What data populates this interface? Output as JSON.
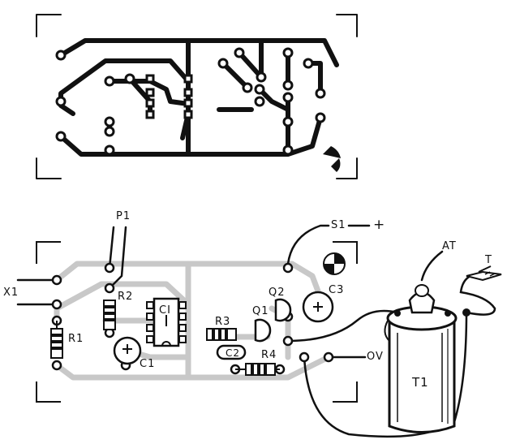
{
  "labels": {
    "p1": "P1",
    "s1": "S1",
    "plus": "+",
    "at": "AT",
    "t": "T",
    "x1": "X1",
    "r2": "R2",
    "ci": "CI",
    "q2": "Q2",
    "c3": "C3",
    "q1": "Q1",
    "r1": "R1",
    "r3": "R3",
    "c1": "C1",
    "c2": "C2",
    "r4": "R4",
    "ov": "OV",
    "t1": "T1"
  },
  "colors": {
    "ink": "#111111",
    "copper_overlay": "#c8c8c8"
  }
}
